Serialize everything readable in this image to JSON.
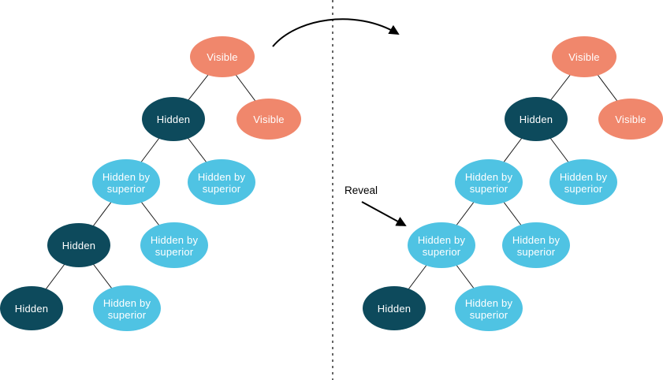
{
  "colors": {
    "visible": "#F0876C",
    "hidden": "#0D4A5C",
    "hidden_by_superior": "#4FC3E3",
    "node_text": "#FFFFFF",
    "edge": "#1B1B1B",
    "annotation": "#000000"
  },
  "annotations": {
    "reveal": "Reveal"
  },
  "trees": {
    "left": {
      "edges": [
        [
          0,
          1
        ],
        [
          0,
          2
        ],
        [
          1,
          3
        ],
        [
          1,
          4
        ],
        [
          3,
          5
        ],
        [
          3,
          6
        ],
        [
          5,
          7
        ],
        [
          5,
          8
        ]
      ],
      "nodes": [
        {
          "line1": "Visible",
          "line2": "",
          "state": "visible"
        },
        {
          "line1": "Hidden",
          "line2": "",
          "state": "hidden"
        },
        {
          "line1": "Visible",
          "line2": "",
          "state": "visible"
        },
        {
          "line1": "Hidden by",
          "line2": "superior",
          "state": "hidden_by_superior"
        },
        {
          "line1": "Hidden by",
          "line2": "superior",
          "state": "hidden_by_superior"
        },
        {
          "line1": "Hidden",
          "line2": "",
          "state": "hidden"
        },
        {
          "line1": "Hidden by",
          "line2": "superior",
          "state": "hidden_by_superior"
        },
        {
          "line1": "Hidden",
          "line2": "",
          "state": "hidden"
        },
        {
          "line1": "Hidden by",
          "line2": "superior",
          "state": "hidden_by_superior"
        }
      ]
    },
    "right": {
      "edges": [
        [
          0,
          1
        ],
        [
          0,
          2
        ],
        [
          1,
          3
        ],
        [
          1,
          4
        ],
        [
          3,
          5
        ],
        [
          3,
          6
        ],
        [
          5,
          7
        ],
        [
          5,
          8
        ]
      ],
      "nodes": [
        {
          "line1": "Visible",
          "line2": "",
          "state": "visible"
        },
        {
          "line1": "Hidden",
          "line2": "",
          "state": "hidden"
        },
        {
          "line1": "Visible",
          "line2": "",
          "state": "visible"
        },
        {
          "line1": "Hidden by",
          "line2": "superior",
          "state": "hidden_by_superior"
        },
        {
          "line1": "Hidden by",
          "line2": "superior",
          "state": "hidden_by_superior"
        },
        {
          "line1": "Hidden by",
          "line2": "superior",
          "state": "hidden_by_superior"
        },
        {
          "line1": "Hidden by",
          "line2": "superior",
          "state": "hidden_by_superior"
        },
        {
          "line1": "Hidden",
          "line2": "",
          "state": "hidden"
        },
        {
          "line1": "Hidden by",
          "line2": "superior",
          "state": "hidden_by_superior"
        }
      ]
    }
  }
}
